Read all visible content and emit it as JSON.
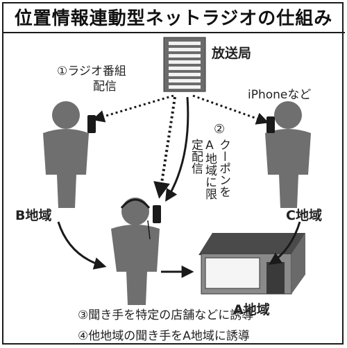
{
  "title": "位置情報連動型ネットラジオの仕組み",
  "station_label": "放送局",
  "step1": {
    "line1": "①ラジオ番組",
    "line2": "配信"
  },
  "iphone_label": "iPhoneなど",
  "step2": {
    "num": "②",
    "col1": "クーポンを",
    "col2": "A地域に限",
    "col3": "定配信"
  },
  "region_b": "B地域",
  "region_c": "C地域",
  "region_a": "A地域",
  "step3": "③聞き手を特定の店舗などに誘導",
  "step4": "④他地域の聞き手をA地域に誘導"
}
